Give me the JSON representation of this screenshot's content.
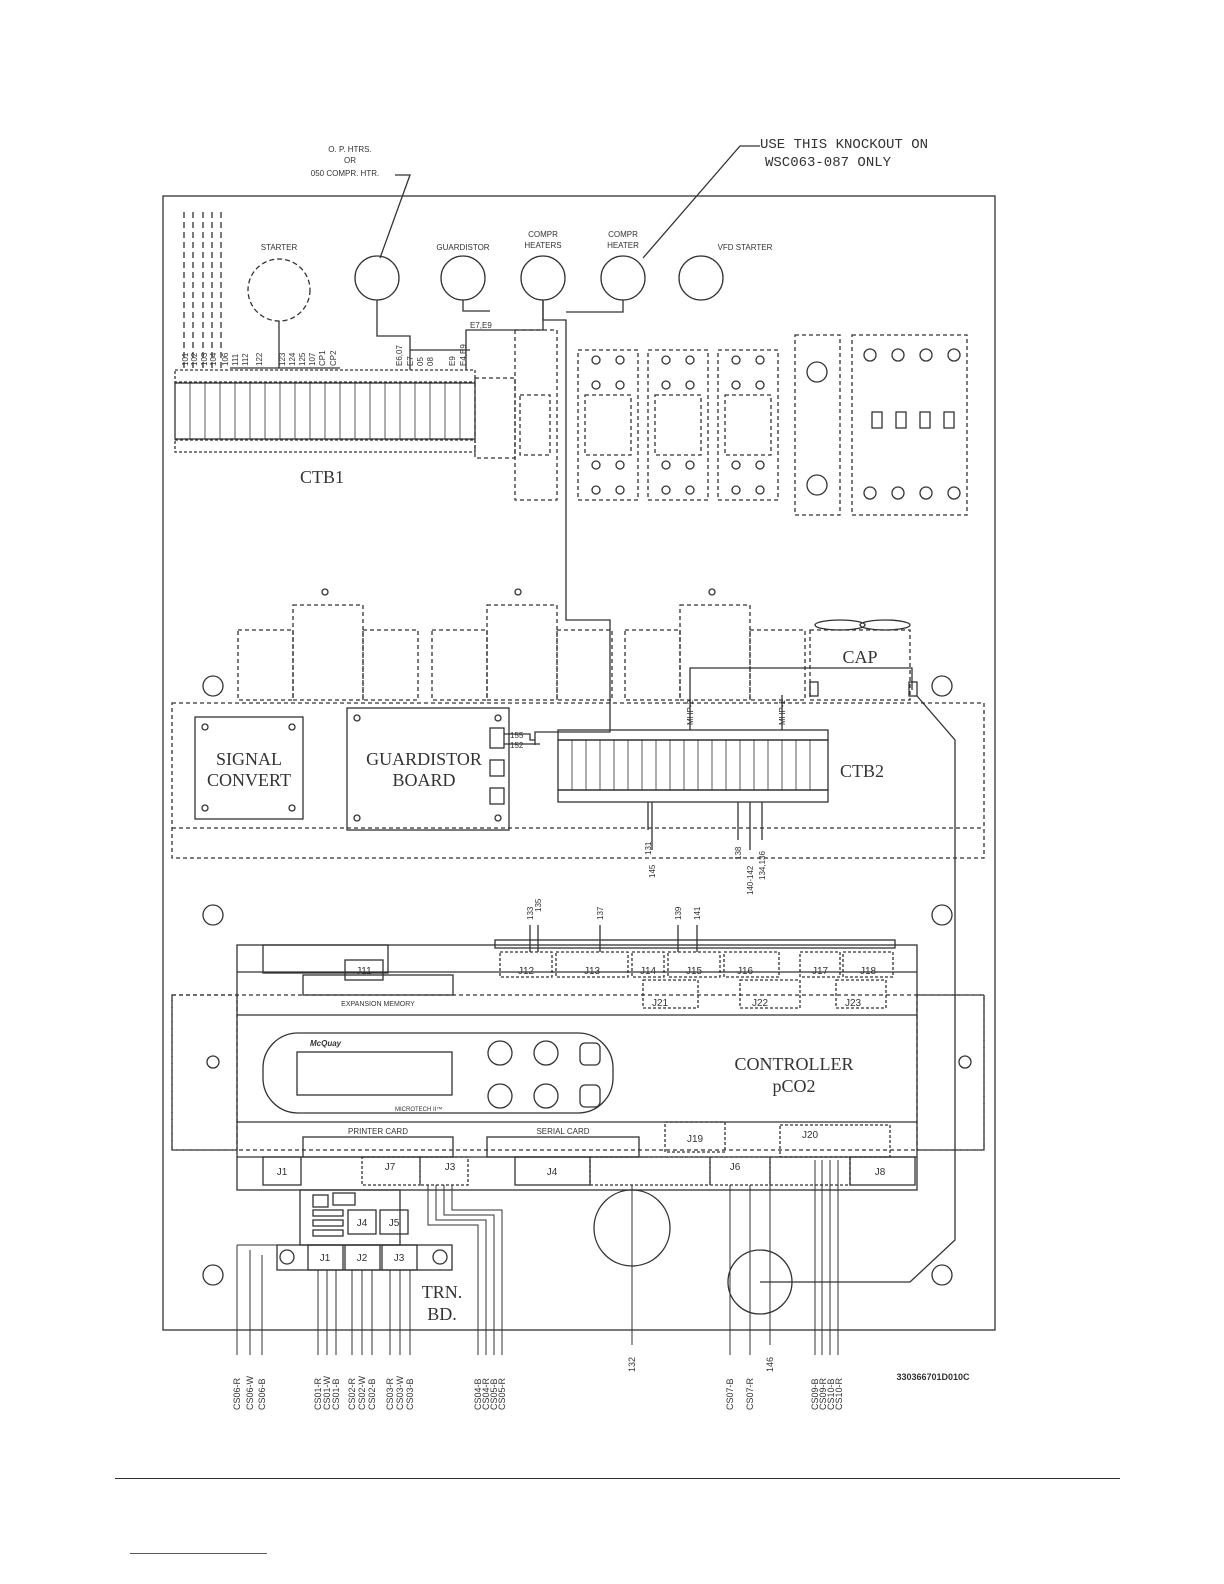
{
  "title_note": {
    "knockout_line1": "USE THIS KNOCKOUT ON",
    "knockout_line2": "WSC063-087 ONLY",
    "op_heaters_line1": "O. P. HTRS.",
    "op_heaters_line2": "OR",
    "op_heaters_line3": "050 COMPR. HTR."
  },
  "knockouts": {
    "starter": "STARTER",
    "guardistor": "GUARDISTOR",
    "compr_heaters_1": "COMPR",
    "compr_heaters_2": "HEATERS",
    "compr_heater_1": "COMPR",
    "compr_heater_2": "HEATER",
    "vfd_starter": "VFD STARTER"
  },
  "ctb1": {
    "label": "CTB1",
    "wires": [
      "101",
      "102",
      "103",
      "104",
      "106",
      "111",
      "112",
      "122",
      "123",
      "124",
      "125",
      "107",
      "CP1",
      "CP2",
      "E6,07",
      "E7",
      "05",
      "08",
      "E9",
      "E4,E9"
    ],
    "bus_label": "E7,E9"
  },
  "ctb2": {
    "label": "CTB2",
    "top_wires": [
      "MHP-2",
      "MHP-1"
    ],
    "bottom_wires": [
      "131",
      "145",
      "138",
      "140-142",
      "134,136"
    ]
  },
  "components": {
    "cap": "CAP",
    "signal_convert_1": "SIGNAL",
    "signal_convert_2": "CONVERT",
    "guardistor_board_1": "GUARDISTOR",
    "guardistor_board_2": "BOARD",
    "guardistor_pins": [
      "155",
      "152"
    ],
    "controller_1": "CONTROLLER",
    "controller_2": "pCO2",
    "trn_bd_1": "TRN.",
    "trn_bd_2": "BD.",
    "expansion_memory": "EXPANSION MEMORY",
    "printer_card": "PRINTER CARD",
    "serial_card": "SERIAL CARD",
    "microtech": "MICROTECH II™",
    "brand": "McQuay"
  },
  "connectors_top": [
    "J11",
    "J12",
    "J13",
    "J14",
    "J15",
    "J16",
    "J17",
    "J18",
    "J21",
    "J22",
    "J23"
  ],
  "connectors_top_wires": [
    "133",
    "135",
    "137",
    "139",
    "141"
  ],
  "connectors_bottom": [
    "J1",
    "J7",
    "J3",
    "J4",
    "J19",
    "J20",
    "J6",
    "J8"
  ],
  "trn_connectors": [
    "J1",
    "J2",
    "J3",
    "J4",
    "J5"
  ],
  "bottom_wires": [
    "CS06-R",
    "CS06-W",
    "CS06-B",
    "CS01-R",
    "CS01-W",
    "CS01-B",
    "CS02-R",
    "CS02-W",
    "CS02-B",
    "CS03-R",
    "CS03-W",
    "CS03-B",
    "CS04-B",
    "CS04-R",
    "CS05-B",
    "CS05-R",
    "132",
    "CS07-B",
    "CS07-R",
    "146",
    "CS09-B",
    "CS09-R",
    "CS10-B",
    "CS10-R"
  ],
  "drawing_number": "330366701D010C"
}
